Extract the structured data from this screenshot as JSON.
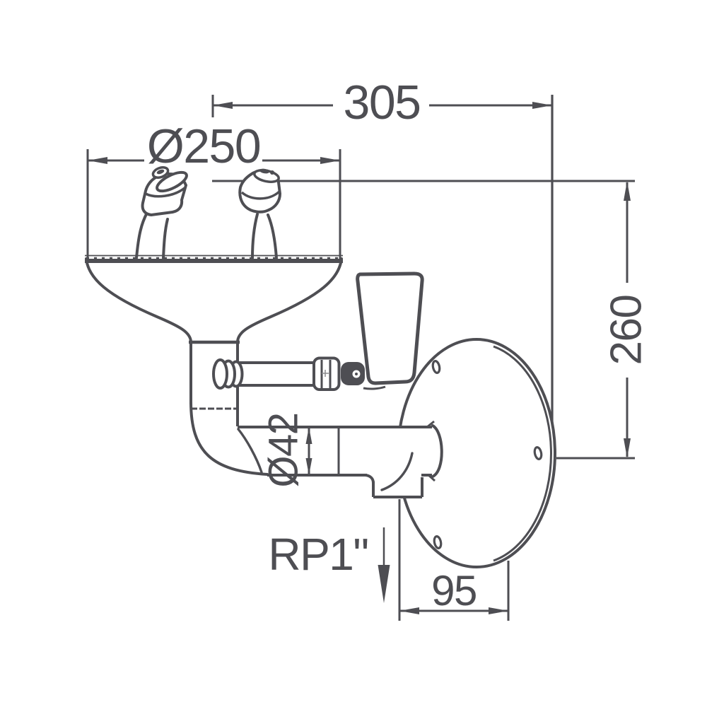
{
  "page": {
    "background": "#ffffff"
  },
  "drawing": {
    "description": "Dimensioned side-view technical drawing of a wall-mounted emergency eyewash station with bowl, twin spray heads, valve handle, drain piping and round wall mounting plate",
    "line_color": "#4e4e53",
    "labels": {
      "overall_width": "305",
      "bowl_diameter": "Ø250",
      "overall_height": "260",
      "drain_pipe_diameter": "Ø42",
      "drain_thread": "RP1\"",
      "drain_offset": "95"
    }
  }
}
